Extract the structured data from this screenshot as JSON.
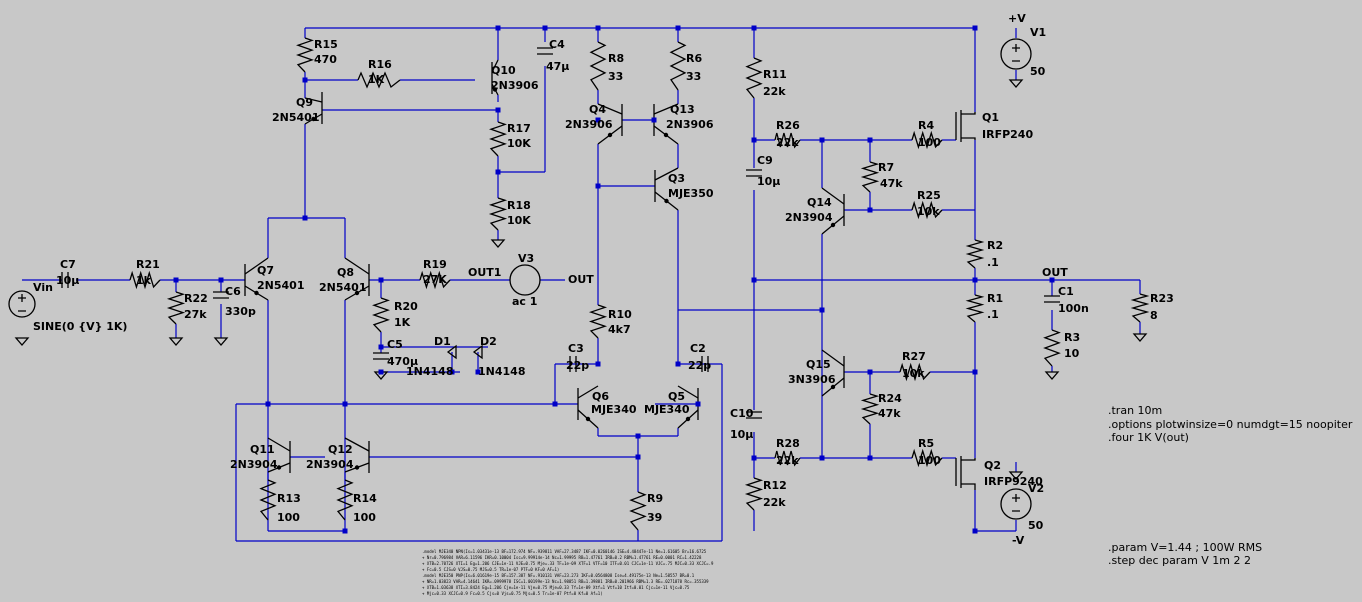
{
  "components": [
    {
      "id": "R15",
      "value": "470"
    },
    {
      "id": "R16",
      "value": "1K"
    },
    {
      "id": "Q10",
      "value": "2N3906"
    },
    {
      "id": "C4",
      "value": "47μ"
    },
    {
      "id": "R8",
      "value": "33"
    },
    {
      "id": "R6",
      "value": "33"
    },
    {
      "id": "R11",
      "value": "22k"
    },
    {
      "id": "V1",
      "value": "50"
    },
    {
      "id": "Q9",
      "value": "2N5401"
    },
    {
      "id": "R17",
      "value": "10K"
    },
    {
      "id": "Q4",
      "value": "2N3906"
    },
    {
      "id": "Q13",
      "value": "2N3906"
    },
    {
      "id": "Q1",
      "value": "IRFP240"
    },
    {
      "id": "R26",
      "value": "22k"
    },
    {
      "id": "R4",
      "value": "100"
    },
    {
      "id": "C9",
      "value": "10μ"
    },
    {
      "id": "R7",
      "value": "47k"
    },
    {
      "id": "Q3",
      "value": "MJE350"
    },
    {
      "id": "Q14",
      "value": "2N3904"
    },
    {
      "id": "R25",
      "value": "10k"
    },
    {
      "id": "R18",
      "value": "10K"
    },
    {
      "id": "R2",
      "value": ".1"
    },
    {
      "id": "C7",
      "value": "10μ"
    },
    {
      "id": "R21",
      "value": "1k"
    },
    {
      "id": "R22",
      "value": "27k"
    },
    {
      "id": "C6",
      "value": "330p"
    },
    {
      "id": "Q7",
      "value": "2N5401"
    },
    {
      "id": "Q8",
      "value": "2N5401"
    },
    {
      "id": "R19",
      "value": "27K"
    },
    {
      "id": "V3",
      "value": "ac 1"
    },
    {
      "id": "R1",
      "value": ".1"
    },
    {
      "id": "C1",
      "value": "100n"
    },
    {
      "id": "R23",
      "value": "8"
    },
    {
      "id": "R20",
      "value": "1K"
    },
    {
      "id": "R3",
      "value": "10"
    },
    {
      "id": "R10",
      "value": "4k7"
    },
    {
      "id": "C5",
      "value": "470μ"
    },
    {
      "id": "D1",
      "value": "1N4148"
    },
    {
      "id": "D2",
      "value": "1N4148"
    },
    {
      "id": "C3",
      "value": "22p"
    },
    {
      "id": "C2",
      "value": "22p"
    },
    {
      "id": "Q15",
      "value": "3N3906"
    },
    {
      "id": "R27",
      "value": "10k"
    },
    {
      "id": "Q6",
      "value": "MJE340"
    },
    {
      "id": "Q5",
      "value": "MJE340"
    },
    {
      "id": "R24",
      "value": "47k"
    },
    {
      "id": "C10",
      "value": "10μ"
    },
    {
      "id": "Q11",
      "value": "2N3904"
    },
    {
      "id": "Q12",
      "value": "2N3904"
    },
    {
      "id": "R28",
      "value": "22k"
    },
    {
      "id": "R5",
      "value": "100"
    },
    {
      "id": "Q2",
      "value": "IRFP9240"
    },
    {
      "id": "R12",
      "value": "22k"
    },
    {
      "id": "V2",
      "value": "50"
    },
    {
      "id": "R9",
      "value": "39"
    },
    {
      "id": "R13",
      "value": "100"
    },
    {
      "id": "R14",
      "value": "100"
    }
  ],
  "source": {
    "label": "Vin",
    "value": "SINE(0 {V} 1K)"
  },
  "nets": {
    "vplus": "+V",
    "vminus": "-V",
    "out1": "OUT1",
    "out": "OUT",
    "out_mid": "OUT",
    "out_right": "OUT"
  },
  "directives": {
    "sim": [
      ".tran 10m",
      ".options plotwinsize=0 numdgt=15 noopiter",
      ".four 1K V(out)"
    ],
    "params": [
      ".param V=1.44 ; 100W RMS",
      ".step dec param V 1m 2 2"
    ],
    "models": [
      ".model MJE340 NPN(Is=1.03431e-13 BF=172.974 NF=.939811 VAF=27.3487 IKF=0.0260146 ISE=4.48447e-11 Ne=1.61605 Br=16.6725",
      "+ Nr=0.796984 VAR=6.11596 IKR=0.10004 Isc=9.99914e-14 Nc=1.99995 RB=1.47761 IRB=0.2 RBM=1.47761 RE=0.0001 RC=1.42228",
      "+ XTB=2.70726 XTI=1 Eg=1.206 CJE=1e-11 VJE=0.75 Mje=.33 TF=1e-09 XTF=1 VTF=10 ITF=0.01 CJC=1e-11 VJC=.75 MJC=0.33 XCJC=.9",
      "+ Fc=0.5 CJS=0 VJS=0.75 MJS=0.5 TR=1e-07 PTF=0 KF=0 AF=1)",
      ".model MJE350 PNP(Is=6.01619e-15 BF=157.387 NF=.910131 VAF=23.273 IKF=0.0564808 Ise=4.49175e-13 Ne=1.58557 BR=0.1",
      "+ NR=1.03823 VAR=4.14641 IKR=.0999978 ISC=1.00199e-13 Nc=1.98851 RB=1.39881 IRB=0.201966 RBM=1.3 RE=.0271878 Rc=.355339",
      "+ XTB=1.03638 XTI=3.8424 Eg=1.206 Cje=1e-11 Vje=0.75 Mje=0.33 Tf=1e-09 Xtf=1 Vtf=10 Itf=0.01 Cjc=1e-11 Vjc=0.75",
      "+ Mjc=0.33 XCJC=0.9 Fc=0.5 Cjs=0 Vjs=0.75 Mjs=0.5 Tr=1e-07 Ptf=0 Kf=0 Af=1)"
    ]
  },
  "colors": {
    "background": "#c8c8c8",
    "wire": "#0000c8",
    "component": "#000000"
  }
}
